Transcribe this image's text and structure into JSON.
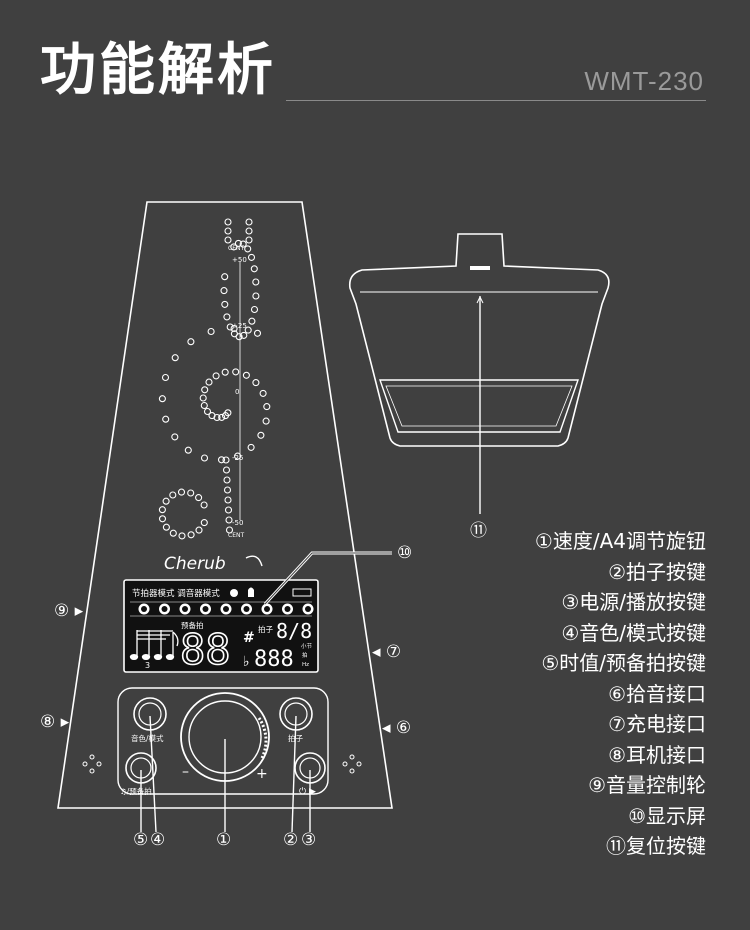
{
  "header": {
    "title": "功能解析",
    "model": "WMT-230"
  },
  "device": {
    "brand": "Cherub",
    "scale_top": "CENT",
    "scale_bottom": "CENT",
    "scale_marks": [
      "+50",
      "+25",
      "0",
      "-25",
      "-50"
    ],
    "lcd": {
      "mode_text": "节拍器模式 调音器模式",
      "prebeat": "预备拍",
      "beat_label": "拍子",
      "beat_value": "8/8",
      "big_digits": "88",
      "sharp": "#",
      "flat": "♭",
      "small_digits": "888",
      "unit_bar": "小节",
      "unit_beat": "拍",
      "unit_hz": "Hz",
      "triplet": "3"
    },
    "btn_tone_label": "音色/模式",
    "btn_beat_label": "拍子",
    "btn_time_label": "♫/预备拍",
    "btn_power_label": "⏻ ▶",
    "minus": "–",
    "plus": "+"
  },
  "callouts": {
    "c1": "①",
    "c2": "②",
    "c3": "③",
    "c4": "④",
    "c5": "⑤",
    "c6": "◂ ⑥",
    "c7": "◂ ⑦",
    "c8": "⑧ ▸",
    "c9": "⑨ ▸",
    "c10": "⑩",
    "c11": "⑪"
  },
  "legend": [
    "①速度/A4调节旋钮",
    "②拍子按键",
    "③电源/播放按键",
    "④音色/模式按键",
    "⑤时值/预备拍按键",
    "⑥拾音接口",
    "⑦充电接口",
    "⑧耳机接口",
    "⑨音量控制轮",
    "⑩显示屏",
    "⑪复位按键"
  ],
  "colors": {
    "background": "#404040",
    "line": "#ffffff",
    "lcd": "#111111"
  }
}
